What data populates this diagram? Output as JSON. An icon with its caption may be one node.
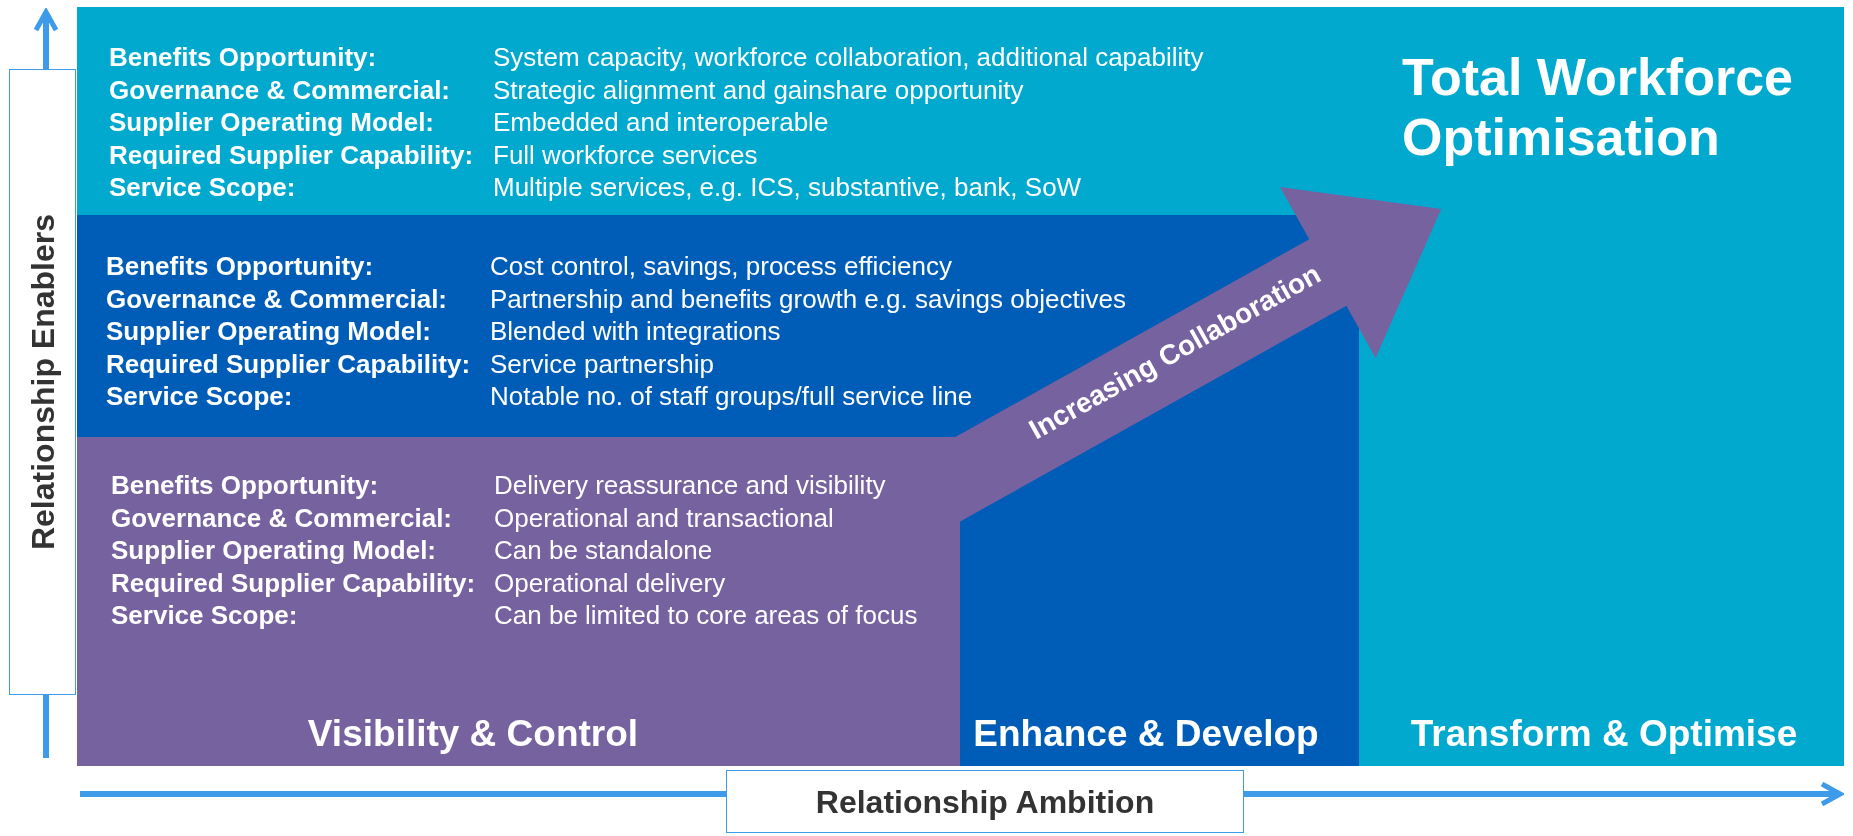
{
  "diagram": {
    "nodes": [
      {
        "text": [
          "Total Workforce Optimisation",
          "Benefits Opportunity:",
          "System capacity, workforce collaboration, additional capability",
          "Governance & Commercial:",
          "Strategic alignment and gainshare opportunity",
          "Supplier Operating Model:",
          "Embedded and interoperable",
          "Required Supplier Capability:",
          "Full workforce services",
          "Service Scope:",
          "Multiple services, e.g. ICS, substantive, bank, SoW",
          "Transform & Optimise"
        ]
      },
      {
        "text": [
          "Benefits Opportunity:",
          "Cost control, savings, process efficiency",
          "Governance & Commercial:",
          "Partnership and benefits growth e.g. savings objectives",
          "Supplier Operating Model:",
          "Blended with integrations",
          "Required Supplier Capability:",
          "Service partnership",
          "Service Scope:",
          "Notable no. of staff groups/full service line",
          "Enhance & Develop"
        ],
        "in": 0
      },
      {
        "text": [
          "Benefits Opportunity:",
          "Delivery reassurance and visibility",
          "Governance & Commercial:",
          "Operational and transactional",
          "Supplier Operating Model:",
          "Can be standalone",
          "Required Supplier Capability:",
          "Operational delivery",
          "Service Scope:",
          "Can be limited to core areas of focus",
          "Visibility & Control"
        ],
        "in": 1
      }
    ],
    "labels": [
      "Relationship Enablers",
      "Increasing Collaboration",
      "Relationship Ambition"
    ]
  }
}
